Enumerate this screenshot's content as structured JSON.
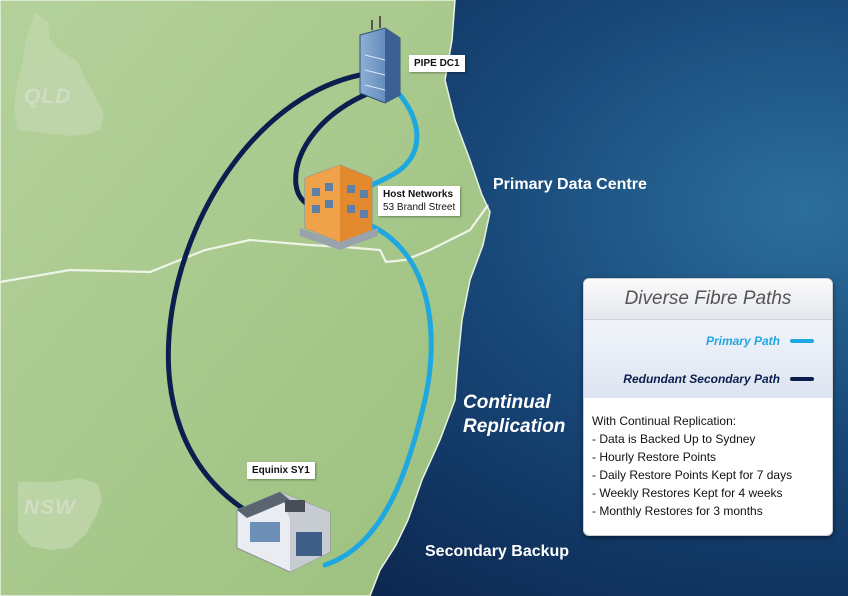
{
  "regions": {
    "qld": "QLD",
    "nsw": "NSW"
  },
  "sites": {
    "pipe": {
      "name": "PIPE DC1"
    },
    "host": {
      "name": "Host Networks",
      "address": "53 Brandl Street"
    },
    "equinix": {
      "name": "Equinix SY1"
    }
  },
  "annotations": {
    "primary_dc": "Primary Data Centre",
    "secondary": "Secondary Backup",
    "continual_line1": "Continual",
    "continual_line2": "Replication"
  },
  "legend": {
    "title": "Diverse Fibre Paths",
    "primary_label": "Primary Path",
    "secondary_label": "Redundant Secondary Path",
    "notes_heading": "With Continual Replication:",
    "notes": [
      "- Data is Backed Up to Sydney",
      "- Hourly Restore Points",
      "- Daily Restore Points Kept for 7 days",
      "- Weekly Restores Kept for 4 weeks",
      "- Monthly Restores for 3 months"
    ]
  },
  "colors": {
    "primary_path": "#1fa8e0",
    "secondary_path": "#0b1f4f",
    "land": "#a8c88a",
    "sea": "#0d2c56"
  }
}
